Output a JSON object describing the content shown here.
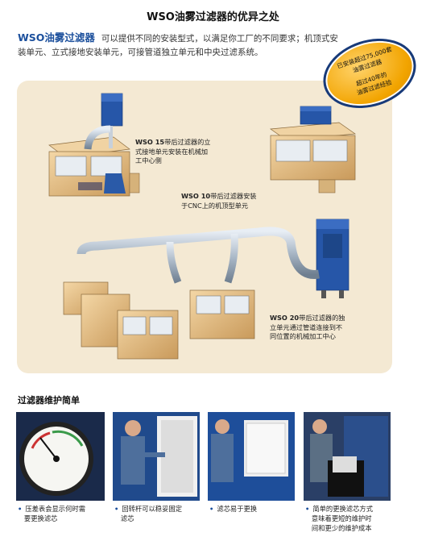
{
  "page": {
    "title": "WSO油雾过滤器的优异之处"
  },
  "intro": {
    "brand": "WSO油雾过滤器",
    "text": "可以提供不同的安装型式，以满足你工厂的不同要求；机顶式安装单元、立式接地安装单元，可接管道独立单元和中央过滤系统。"
  },
  "badge": {
    "line1": "已安装超过75,000套",
    "line2": "油雾过滤器",
    "line3": "超过40年的",
    "line4": "油雾过滤经验"
  },
  "diagram": {
    "cap1_bold": "WSO 15",
    "cap1_line1": "带后过滤器的立",
    "cap1_line2": "式接地单元安装在机械加",
    "cap1_line3": "工中心侧",
    "cap2_bold": "WSO 10",
    "cap2_line1": "带后过滤器安装",
    "cap2_line2": "于CNC上的机顶型单元",
    "cap3_bold": "WSO 20",
    "cap3_line1": "带后过滤器的独",
    "cap3_line2": "立单元通过管道连接到不",
    "cap3_line3": "同位置的机械加工中心"
  },
  "maintenance": {
    "title": "过滤器维护简单",
    "items": [
      {
        "line1": "压差表会显示何时需",
        "line2": "要更换滤芯"
      },
      {
        "line1": "回转杆可以稳妥固定",
        "line2": "滤芯"
      },
      {
        "line1": "滤芯易于更换",
        "line2": ""
      },
      {
        "line1": "简单的更换滤芯方式",
        "line2": "意味着更短的维护时",
        "line3": "间和更少的维护成本"
      }
    ]
  },
  "colors": {
    "brand_blue": "#1b4f9c",
    "panel_beige": "#f4e9d3",
    "badge_orange": "#f2a400"
  }
}
